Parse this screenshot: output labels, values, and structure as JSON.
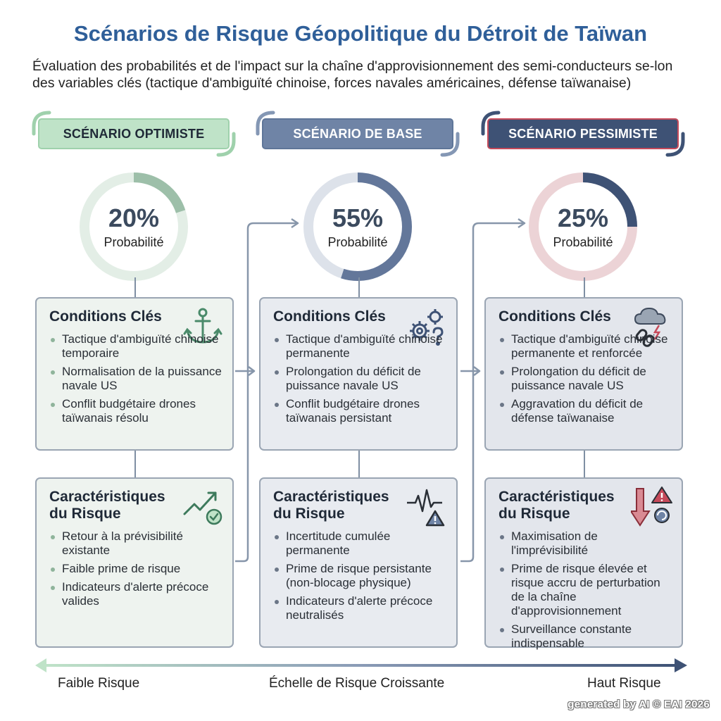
{
  "title": "Scénarios de Risque Géopolitique du Détroit de Taïwan",
  "subtitle": "Évaluation des probabilités et de l'impact sur la chaîne d'approvisionnement des semi-conducteurs se-lon des variables clés (tactique d'ambiguïté chinoise, forces navales américaines, défense taïwanaise)",
  "colors": {
    "title": "#2f5f99",
    "optimistic": "#bfe3c8",
    "base": "#6f84a6",
    "pessimistic": "#3e5275",
    "alert": "#c64a5a"
  },
  "scenarios": [
    {
      "tab": "SCÉNARIO OPTIMISTE",
      "probability": "20%",
      "probability_value": 20,
      "probability_label": "Probabilité",
      "conditions_title": "Conditions Clés",
      "conditions_icon": "anchor-icon",
      "conditions": [
        "Tactique d'ambiguïté chinoise temporaire",
        "Normalisation de la puissance navale US",
        "Conflit budgétaire drones taïwanais résolu"
      ],
      "risk_title": "Caractéristiques du Risque",
      "risk_icon": "trend-up-check-icon",
      "risks": [
        "Retour à la prévisibilité existante",
        "Faible prime de risque",
        "Indicateurs d'alerte précoce valides"
      ]
    },
    {
      "tab": "SCÉNARIO DE BASE",
      "probability": "55%",
      "probability_value": 55,
      "probability_label": "Probabilité",
      "conditions_title": "Conditions Clés",
      "conditions_icon": "gears-question-icon",
      "conditions": [
        "Tactique d'ambiguïté chinoise permanente",
        "Prolongation du déficit de puissance navale US",
        "Conflit budgétaire drones taïwanais persistant"
      ],
      "risk_title": "Caractéristiques du Risque",
      "risk_icon": "pulse-warning-icon",
      "risks": [
        "Incertitude cumulée permanente",
        "Prime de risque persistante (non-blocage physique)",
        "Indicateurs d'alerte précoce neutralisés"
      ]
    },
    {
      "tab": "SCÉNARIO PESSIMISTE",
      "probability": "25%",
      "probability_value": 25,
      "probability_label": "Probabilité",
      "conditions_title": "Conditions Clés",
      "conditions_icon": "storm-broken-chain-icon",
      "conditions": [
        "Tactique d'ambiguïté chinoise permanente et renforcée",
        "Prolongation du déficit de puissance navale US",
        "Aggravation du déficit de défense taïwanaise"
      ],
      "risk_title": "Caractéristiques du Risque",
      "risk_icon": "down-arrow-alert-icon",
      "risks": [
        "Maximisation de l'imprévisibilité",
        "Prime de risque élevée et risque accru de perturbation de la chaîne d'approvisionnement",
        "Surveillance constante indispensable"
      ]
    }
  ],
  "scale": {
    "low": "Faible Risque",
    "middle": "Échelle de Risque Croissante",
    "high": "Haut Risque"
  },
  "watermark": "generated by AI © EAI 2026"
}
